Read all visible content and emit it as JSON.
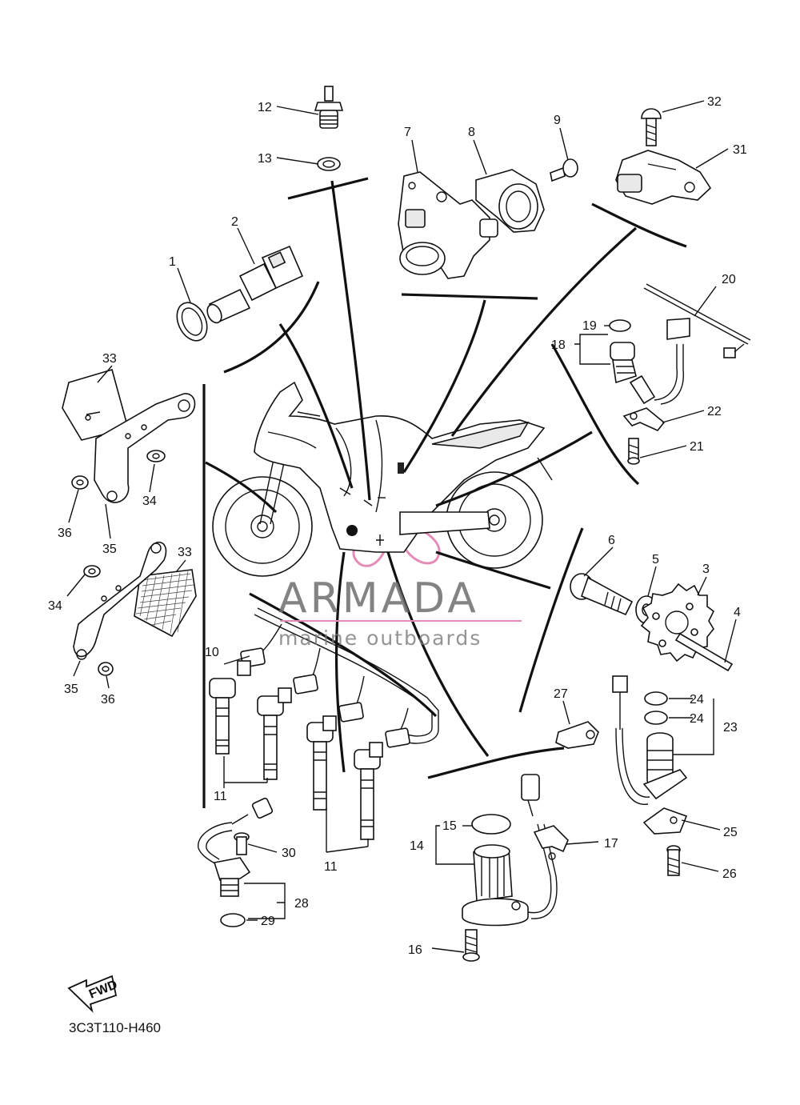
{
  "diagram": {
    "code": "3C3T110-H460",
    "fwd_label": "FWD",
    "watermark": {
      "brand": "ARMADA",
      "tagline": "marine outboards",
      "accent_color": "#e58bb8"
    },
    "callouts": [
      "1",
      "2",
      "3",
      "4",
      "5",
      "6",
      "7",
      "8",
      "9",
      "10",
      "11",
      "11",
      "12",
      "13",
      "14",
      "15",
      "16",
      "17",
      "18",
      "19",
      "20",
      "21",
      "22",
      "23",
      "24",
      "24",
      "25",
      "26",
      "27",
      "28",
      "29",
      "30",
      "31",
      "32",
      "33",
      "33",
      "34",
      "34",
      "35",
      "35",
      "36",
      "36"
    ]
  }
}
